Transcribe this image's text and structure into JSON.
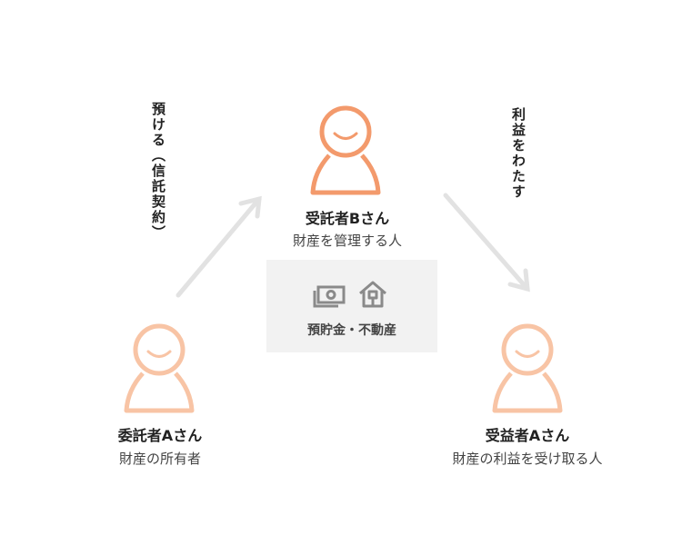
{
  "trustee": {
    "name": "受託者Bさん",
    "role": "財産を管理する人",
    "color": "#f39a6c"
  },
  "settlor": {
    "name": "委託者Aさん",
    "role": "財産の所有者",
    "color": "#f8c4a5"
  },
  "beneficiary": {
    "name": "受益者Aさん",
    "role": "財産の利益を受け取る人",
    "color": "#f8c4a5"
  },
  "arrows": {
    "left_label": "預ける（信託契約）",
    "right_label": "利益をわたす",
    "color": "#e2e2e2"
  },
  "assets": {
    "label": "預貯金・不動産",
    "icons": [
      "money-icon",
      "house-icon"
    ],
    "icon_color": "#8a8a8a"
  }
}
